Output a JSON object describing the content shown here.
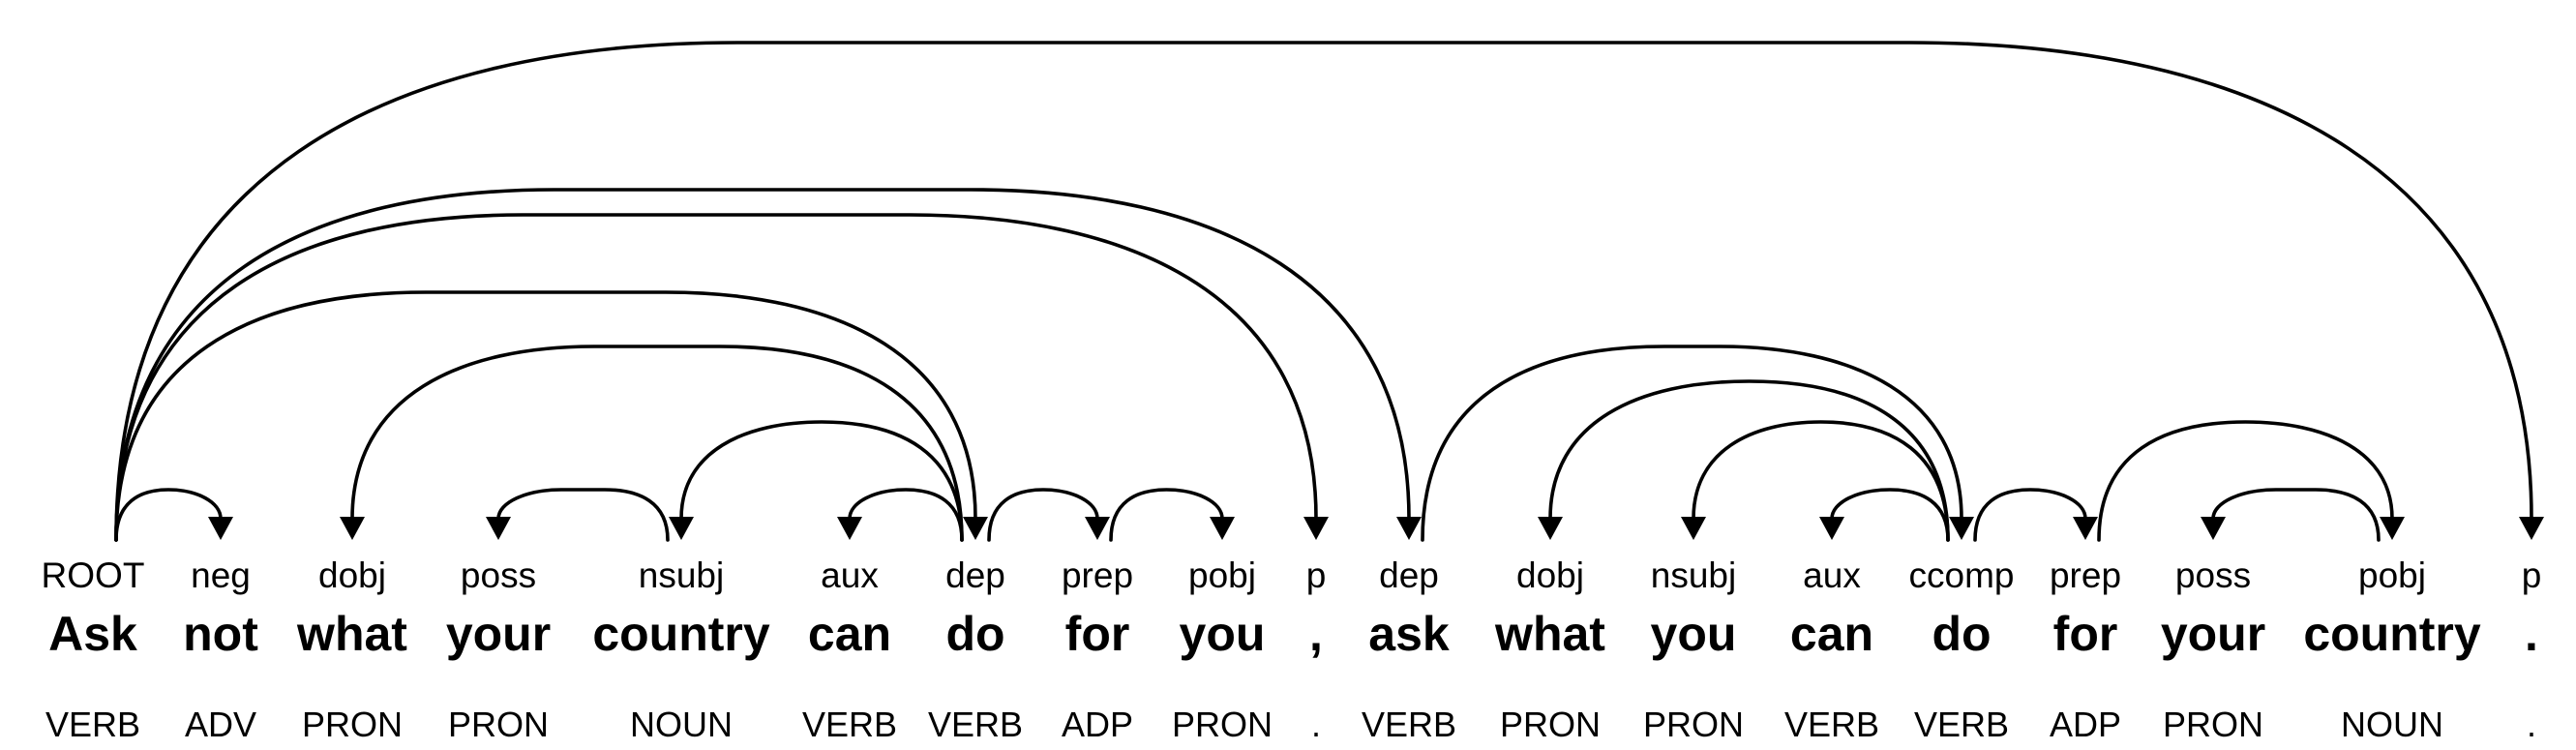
{
  "diagram": {
    "type": "dependency-parse",
    "sentence": "Ask not what your country can do for you , ask what you can do for your country .",
    "colors": {
      "background": "#ffffff",
      "foreground": "#000000"
    },
    "tokens": [
      {
        "text": "Ask",
        "deprel": "ROOT",
        "pos": "VERB"
      },
      {
        "text": "not",
        "deprel": "neg",
        "pos": "ADV"
      },
      {
        "text": "what",
        "deprel": "dobj",
        "pos": "PRON"
      },
      {
        "text": "your",
        "deprel": "poss",
        "pos": "PRON"
      },
      {
        "text": "country",
        "deprel": "nsubj",
        "pos": "NOUN"
      },
      {
        "text": "can",
        "deprel": "aux",
        "pos": "VERB"
      },
      {
        "text": "do",
        "deprel": "dep",
        "pos": "VERB"
      },
      {
        "text": "for",
        "deprel": "prep",
        "pos": "ADP"
      },
      {
        "text": "you",
        "deprel": "pobj",
        "pos": "PRON"
      },
      {
        "text": ",",
        "deprel": "p",
        "pos": "."
      },
      {
        "text": "ask",
        "deprel": "dep",
        "pos": "VERB"
      },
      {
        "text": "what",
        "deprel": "dobj",
        "pos": "PRON"
      },
      {
        "text": "you",
        "deprel": "nsubj",
        "pos": "PRON"
      },
      {
        "text": "can",
        "deprel": "aux",
        "pos": "VERB"
      },
      {
        "text": "do",
        "deprel": "ccomp",
        "pos": "VERB"
      },
      {
        "text": "for",
        "deprel": "prep",
        "pos": "ADP"
      },
      {
        "text": "your",
        "deprel": "poss",
        "pos": "PRON"
      },
      {
        "text": "country",
        "deprel": "pobj",
        "pos": "NOUN"
      },
      {
        "text": ".",
        "deprel": "p",
        "pos": "."
      }
    ],
    "arcs": [
      {
        "head": 0,
        "dep": 1,
        "label": "neg"
      },
      {
        "head": 6,
        "dep": 2,
        "label": "dobj"
      },
      {
        "head": 4,
        "dep": 3,
        "label": "poss"
      },
      {
        "head": 6,
        "dep": 4,
        "label": "nsubj"
      },
      {
        "head": 6,
        "dep": 5,
        "label": "aux"
      },
      {
        "head": 0,
        "dep": 6,
        "label": "dep"
      },
      {
        "head": 6,
        "dep": 7,
        "label": "prep"
      },
      {
        "head": 7,
        "dep": 8,
        "label": "pobj"
      },
      {
        "head": 0,
        "dep": 9,
        "label": "p"
      },
      {
        "head": 0,
        "dep": 10,
        "label": "dep"
      },
      {
        "head": 14,
        "dep": 11,
        "label": "dobj"
      },
      {
        "head": 14,
        "dep": 12,
        "label": "nsubj"
      },
      {
        "head": 14,
        "dep": 13,
        "label": "aux"
      },
      {
        "head": 10,
        "dep": 14,
        "label": "ccomp"
      },
      {
        "head": 14,
        "dep": 15,
        "label": "prep"
      },
      {
        "head": 17,
        "dep": 16,
        "label": "poss"
      },
      {
        "head": 15,
        "dep": 17,
        "label": "pobj"
      },
      {
        "head": 0,
        "dep": 18,
        "label": "p"
      }
    ]
  }
}
